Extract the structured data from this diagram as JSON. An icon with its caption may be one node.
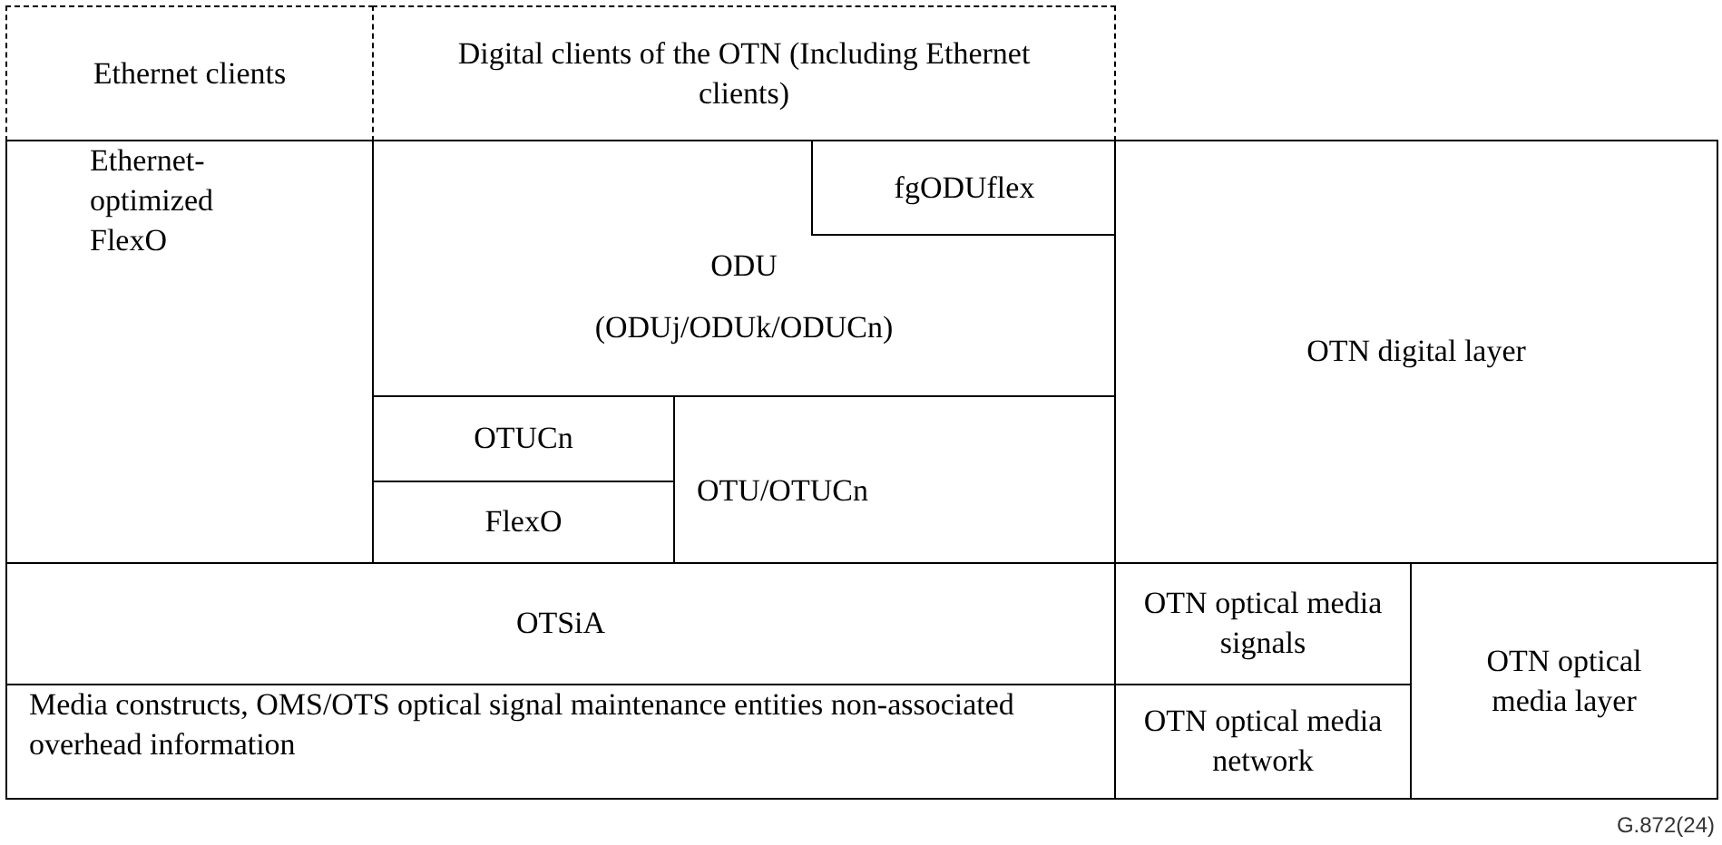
{
  "diagram": {
    "nodes": [
      {
        "text": [
          "Ethernet clients"
        ]
      },
      {
        "text": [
          "Digital clients of the OTN (Including Ethernet clients)"
        ]
      },
      {
        "text": [
          "Ethernet-optimized FlexO"
        ]
      },
      {
        "text": [
          "ODU",
          "(ODUj/ODUk/ODUCn)"
        ]
      },
      {
        "text": [
          "fgODUflex"
        ],
        "in": 3
      },
      {
        "text": [
          "OTN digital layer"
        ]
      },
      {
        "text": [
          "OTUCn"
        ]
      },
      {
        "text": [
          "OTU/OTUCn"
        ]
      },
      {
        "text": [
          "FlexO"
        ]
      },
      {
        "text": [
          "OTSiA"
        ]
      },
      {
        "text": [
          "OTN optical media signals"
        ]
      },
      {
        "text": [
          "OTN optical media layer"
        ]
      },
      {
        "text": [
          "Media constructs, OMS/OTS optical signal maintenance entities non-associated overhead information"
        ]
      },
      {
        "text": [
          "OTN optical media network"
        ]
      }
    ],
    "labels": [
      "G.872(24)"
    ]
  }
}
